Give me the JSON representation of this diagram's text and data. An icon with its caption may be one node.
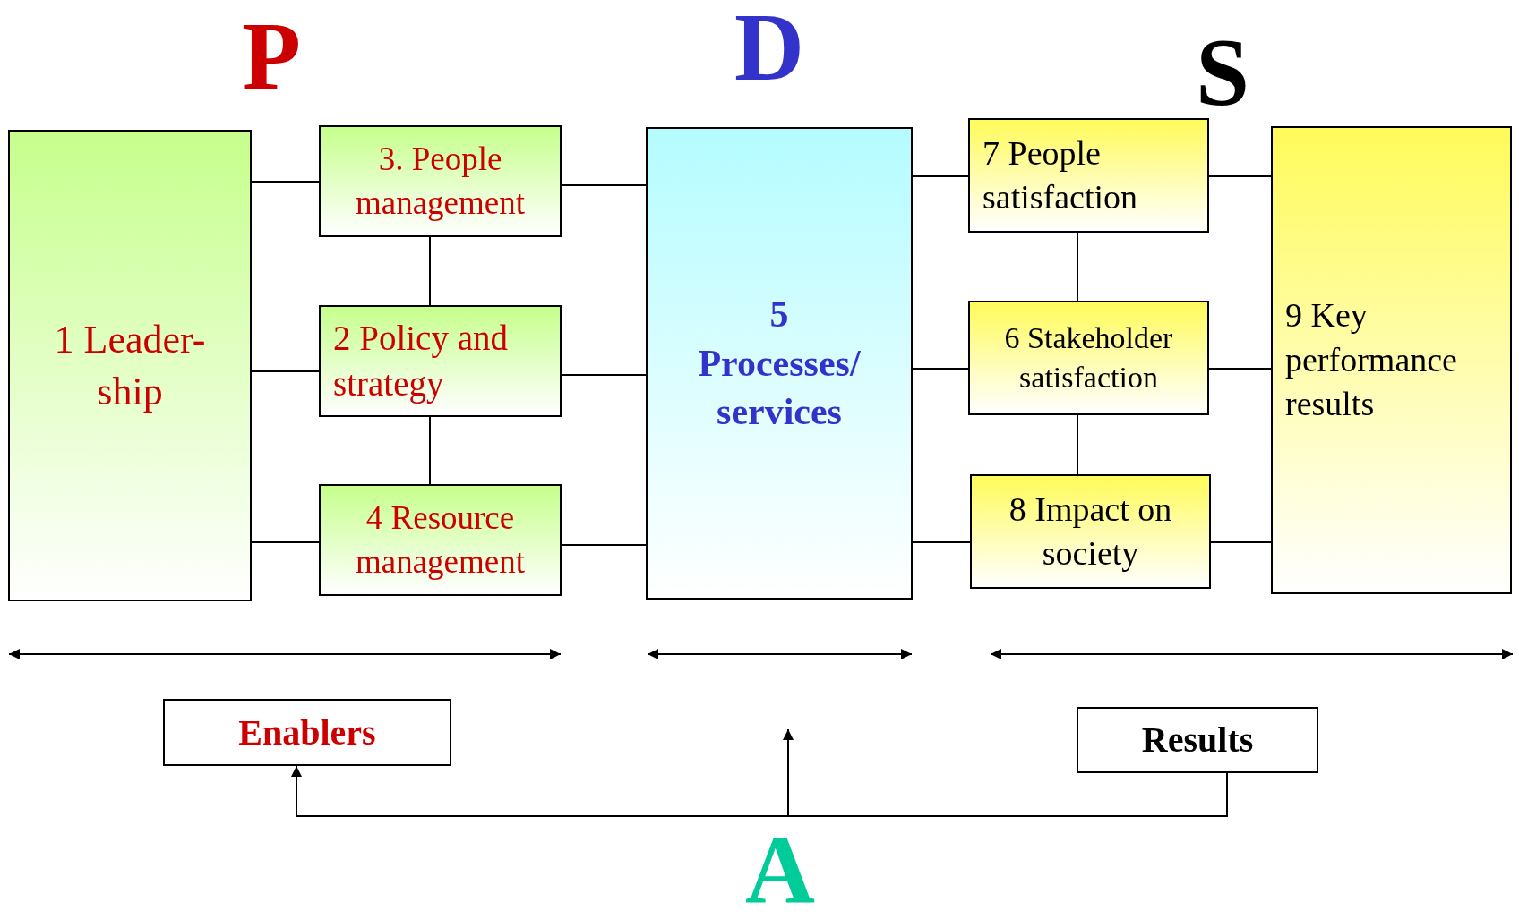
{
  "diagram": {
    "nodes": [
      {
        "text": [
          "1 Leader- ship"
        ]
      },
      {
        "text": [
          "3. People management"
        ]
      },
      {
        "text": [
          "2 Policy and strategy"
        ]
      },
      {
        "text": [
          "4 Resource management"
        ]
      },
      {
        "text": [
          "5 Processes/ services"
        ]
      },
      {
        "text": [
          "7 People satisfaction"
        ]
      },
      {
        "text": [
          "6 Stakeholder satisfaction"
        ]
      },
      {
        "text": [
          "8 Impact on society"
        ]
      },
      {
        "text": [
          "9 Key performance results"
        ]
      },
      {
        "text": [
          "Enablers"
        ]
      },
      {
        "text": [
          "Results"
        ]
      }
    ],
    "edges": [
      {
        "from": 0,
        "to": 1,
        "arrow": "none"
      },
      {
        "from": 0,
        "to": 2,
        "arrow": "none"
      },
      {
        "from": 0,
        "to": 3,
        "arrow": "none"
      },
      {
        "from": 1,
        "to": 2,
        "arrow": "none"
      },
      {
        "from": 2,
        "to": 3,
        "arrow": "none"
      },
      {
        "from": 1,
        "to": 4,
        "arrow": "none"
      },
      {
        "from": 2,
        "to": 4,
        "arrow": "none"
      },
      {
        "from": 3,
        "to": 4,
        "arrow": "none"
      },
      {
        "from": 4,
        "to": 5,
        "arrow": "none"
      },
      {
        "from": 4,
        "to": 6,
        "arrow": "none"
      },
      {
        "from": 4,
        "to": 7,
        "arrow": "none"
      },
      {
        "from": 5,
        "to": 6,
        "arrow": "none"
      },
      {
        "from": 6,
        "to": 7,
        "arrow": "none"
      },
      {
        "from": 5,
        "to": 8,
        "arrow": "none"
      },
      {
        "from": 6,
        "to": 8,
        "arrow": "none"
      },
      {
        "from": 7,
        "to": 8,
        "arrow": "none"
      },
      {
        "from": 10,
        "to": 9,
        "arrow": "to"
      },
      {
        "from": 10,
        "to": null,
        "arrow": "to"
      }
    ],
    "labels": [
      "P",
      "D",
      "S",
      "A"
    ]
  }
}
